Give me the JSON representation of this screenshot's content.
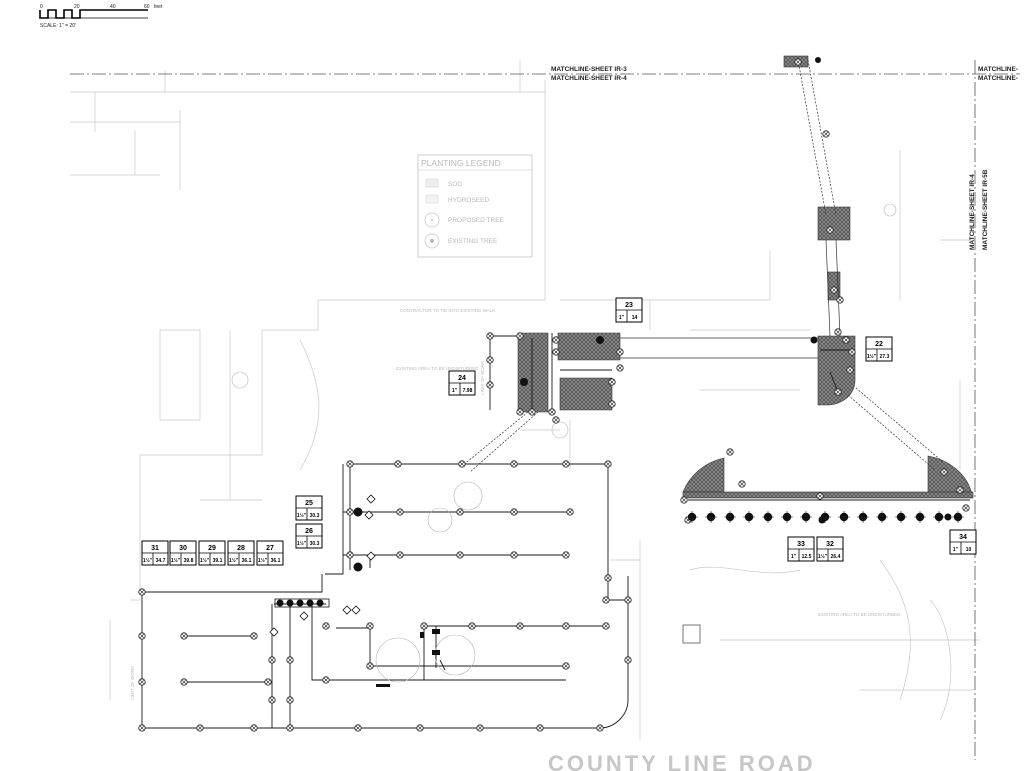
{
  "scale_bar": {
    "ticks": [
      "0",
      "20",
      "40",
      "60"
    ],
    "unit": "feet",
    "caption": "SCALE: 1\" = 20'"
  },
  "matchlines": {
    "top_a": "MATCHLINE-SHEET IR-3",
    "top_b": "MATCHLINE-SHEET IR-4",
    "right_top_a": "MATCHLINE-",
    "right_top_b": "MATCHLINE-",
    "right_vert_a": "MATCHLINE-SHEET IR-4",
    "right_vert_b": "MATCHLINE-SHEET IR-5B"
  },
  "legend": {
    "title": "PLANTING LEGEND",
    "items": [
      {
        "label": "SOD"
      },
      {
        "label": "HYDROSEED"
      },
      {
        "label": "PROPOSED TREE"
      },
      {
        "label": "EXISTING TREE"
      }
    ]
  },
  "notes": {
    "tie_in": "CONTRACTOR TO TIE INTO EXISTING WALK",
    "undisturbed_left": "EXISTING AREA TO BE UNDISTURBED",
    "undisturbed_right": "EXISTING AREA TO BE UNDISTURBED",
    "limit_of_work_a": "LIMIT OF WORK",
    "limit_of_work_b": "LIMIT OF WORK"
  },
  "zones": [
    {
      "id": "23",
      "size": "1\"",
      "gpm": "14"
    },
    {
      "id": "22",
      "size": "1½\"",
      "gpm": "27.3"
    },
    {
      "id": "24",
      "size": "1\"",
      "gpm": "7.98"
    },
    {
      "id": "25",
      "size": "1½\"",
      "gpm": "30.3"
    },
    {
      "id": "26",
      "size": "1½\"",
      "gpm": "30.3"
    },
    {
      "id": "31",
      "size": "1½\"",
      "gpm": "34.7"
    },
    {
      "id": "30",
      "size": "1½\"",
      "gpm": "39.8"
    },
    {
      "id": "29",
      "size": "1½\"",
      "gpm": "39.1"
    },
    {
      "id": "28",
      "size": "1½\"",
      "gpm": "36.1"
    },
    {
      "id": "27",
      "size": "1½\"",
      "gpm": "36.1"
    },
    {
      "id": "33",
      "size": "1\"",
      "gpm": "12.5"
    },
    {
      "id": "32",
      "size": "1½\"",
      "gpm": "26.4"
    },
    {
      "id": "34",
      "size": "1\"",
      "gpm": "10"
    }
  ],
  "road_label": "COUNTY LINE ROAD"
}
